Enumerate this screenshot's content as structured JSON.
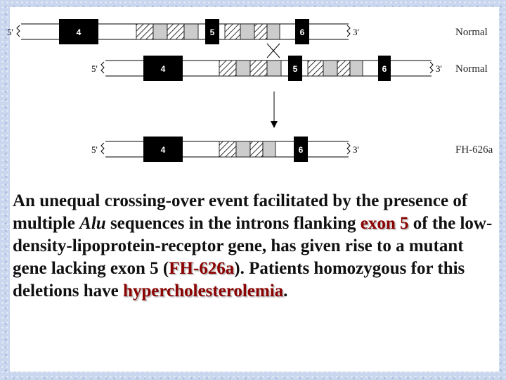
{
  "diagram": {
    "rows": [
      {
        "id": "row-1",
        "five_prime": "5'",
        "three_prime": "3'",
        "label": "Normal",
        "exons": [
          "4",
          "5",
          "6"
        ]
      },
      {
        "id": "row-2",
        "five_prime": "5'",
        "three_prime": "3'",
        "label": "Normal",
        "exons": [
          "4",
          "5",
          "6"
        ]
      },
      {
        "id": "row-3",
        "five_prime": "5'",
        "three_prime": "3'",
        "label": "FH-626a",
        "exons": [
          "4",
          "6"
        ]
      }
    ],
    "colors": {
      "exon": "#000000",
      "alu_block": "#cccccc",
      "background": "#ffffff"
    }
  },
  "caption": {
    "part1": "An unequal crossing-over event facilitated by the presence of multiple ",
    "alu": "Alu",
    "part2": " sequences in the introns flanking ",
    "exon5": "exon 5",
    "part3": " of the low-density-lipoprotein-receptor gene, has given rise to a mutant gene lacking exon 5 (",
    "fh": "FH-626a",
    "part4": "). Patients homozygous for this deletions have ",
    "hyper": "hypercholesterolemia",
    "part5": "."
  },
  "colors": {
    "highlight": "#8b0000",
    "text": "#111111",
    "page_background": "#c9d6ee"
  }
}
